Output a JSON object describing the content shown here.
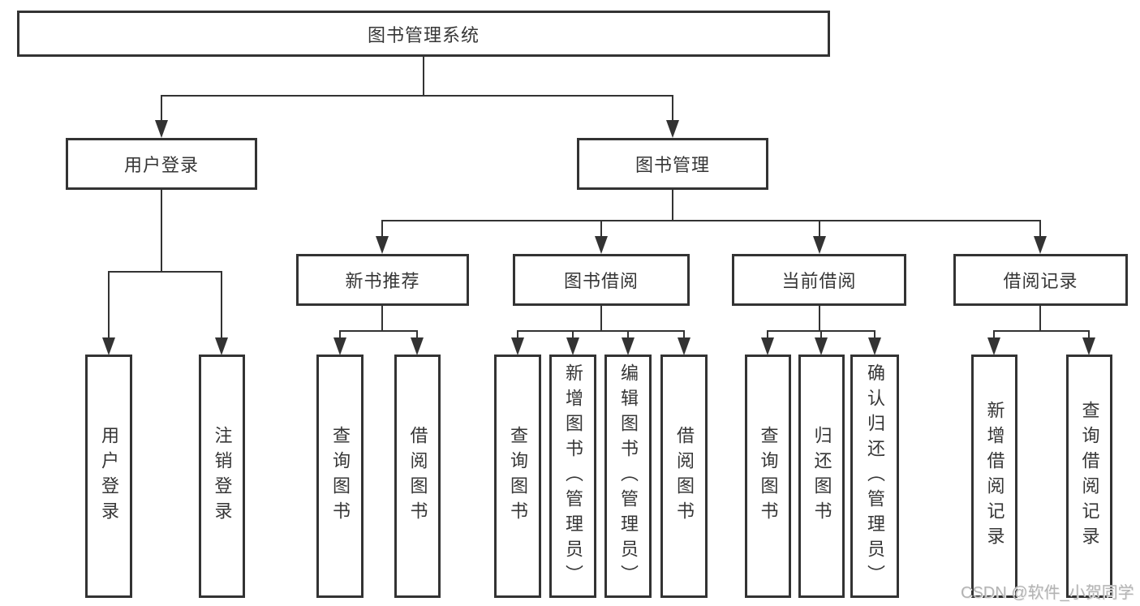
{
  "tree": {
    "label": "图书管理系统",
    "children": [
      {
        "label": "用户登录",
        "children": [
          {
            "label": "用户登录"
          },
          {
            "label": "注销登录"
          }
        ]
      },
      {
        "label": "图书管理",
        "children": [
          {
            "label": "新书推荐",
            "children": [
              {
                "label": "查询图书"
              },
              {
                "label": "借阅图书"
              }
            ]
          },
          {
            "label": "图书借阅",
            "children": [
              {
                "label": "查询图书"
              },
              {
                "label": "新增图书（管理员）"
              },
              {
                "label": "编辑图书（管理员）"
              },
              {
                "label": "借阅图书"
              }
            ]
          },
          {
            "label": "当前借阅",
            "children": [
              {
                "label": "查询图书"
              },
              {
                "label": "归还图书"
              },
              {
                "label": "确认归还（管理员）"
              }
            ]
          },
          {
            "label": "借阅记录",
            "children": [
              {
                "label": "新增借阅记录"
              },
              {
                "label": "查询借阅记录"
              }
            ]
          }
        ]
      }
    ]
  },
  "watermark": {
    "text": "CSDN @软件_小贺同学"
  },
  "colors": {
    "line": "#333333",
    "text": "#363636",
    "watermark_gray": "#b3b3b3",
    "background": "#ffffff"
  }
}
